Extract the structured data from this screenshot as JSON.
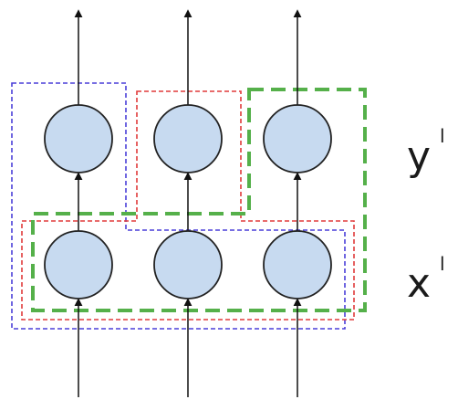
{
  "labels": {
    "output_layer": {
      "symbol": "y",
      "superscript": "l"
    },
    "input_layer": {
      "symbol": "x",
      "superscript": "l"
    }
  },
  "colors": {
    "node_fill": "#c7daf0",
    "node_stroke": "#222222",
    "arrow": "#111111",
    "blue_group": "#4a3fd8",
    "red_group": "#e03a3a",
    "green_group": "#55b04a"
  }
}
